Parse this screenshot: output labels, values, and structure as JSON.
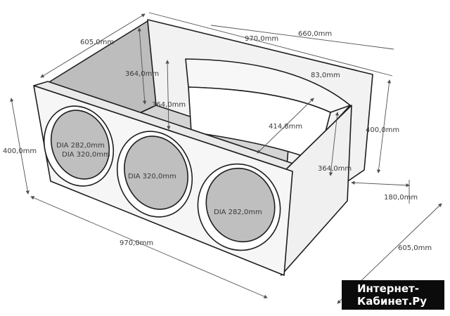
{
  "dimensions": {
    "top_width_back": "605,0mm",
    "top_length": "970,0mm",
    "total_length_top": "660,0mm",
    "inner_height_left": "364,0mm",
    "inner_height_mid": "364,0mm",
    "port_offset": "83,0mm",
    "port_curve": "414,8mm",
    "right_height": "400,0mm",
    "left_height": "400,0mm",
    "inner_height_right": "364,0mm",
    "port_width": "180,0mm",
    "bottom_width": "605,0mm",
    "bottom_length": "970,0mm",
    "hole1_dia_inner": "DIA 282,0mm",
    "hole1_dia_outer": "DIA 320,0mm",
    "hole2_dia": "DIA 320,0mm",
    "hole3_dia": "DIA 282,0mm"
  },
  "watermark": {
    "line1": "Интернет-",
    "line2": "Кабинет.Ру"
  }
}
